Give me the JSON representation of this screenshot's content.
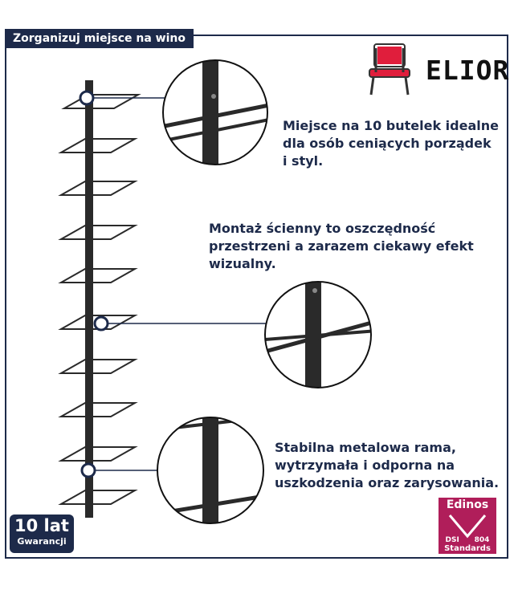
{
  "header": {
    "title": "Zorganizuj miejsce na wino"
  },
  "brand": {
    "name": "ELIOR",
    "icon": "chair-icon",
    "accent": "#e01e3c"
  },
  "features": [
    {
      "text": "Miejsce na 10 butelek idealne dla osób ceniących porządek i styl."
    },
    {
      "text": "Montaż ścienny to oszczędność przestrzeni a zarazem ciekawy efekt wizualny."
    },
    {
      "text": "Stabilna metalowa rama, wytrzymała i odporna na uszkodzenia oraz zarysowania."
    }
  ],
  "warranty": {
    "years": "10 lat",
    "label": "Gwarancji"
  },
  "certificate": {
    "name": "Edinos",
    "code_left": "DSI",
    "code_right": "804",
    "label": "Standards"
  },
  "colors": {
    "navy": "#1d2a4a",
    "rack": "#2a2a2a",
    "cert": "#b01e5a"
  }
}
